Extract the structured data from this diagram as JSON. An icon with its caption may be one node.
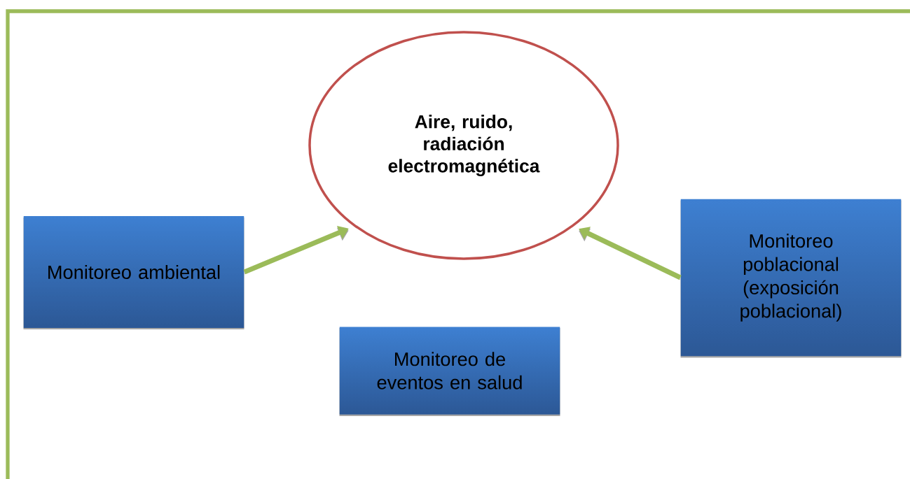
{
  "diagram": {
    "nodes": [
      {
        "text": [
          "Aire, ruido, radiación electromagnética"
        ]
      },
      {
        "text": [
          "Monitoreo ambiental"
        ]
      },
      {
        "text": [
          "Monitoreo de eventos en salud"
        ]
      },
      {
        "text": [
          "Monitoreo poblacional (exposición poblacional)"
        ]
      }
    ],
    "edges": [
      {
        "from": 1,
        "to": 0,
        "arrow": "to"
      },
      {
        "from": 3,
        "to": 0,
        "arrow": "to"
      }
    ]
  }
}
